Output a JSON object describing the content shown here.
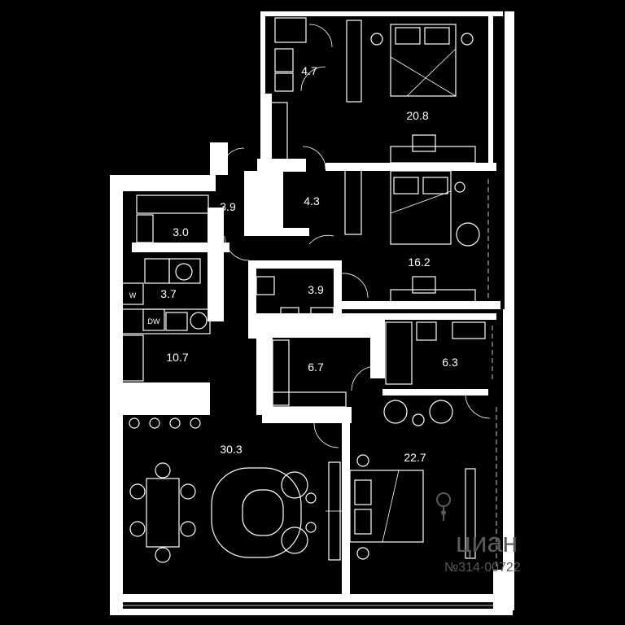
{
  "rooms": {
    "bedroom_top": "20.8",
    "bathroom_top": "4.7",
    "hall_closet": "3.9",
    "corridor": "4.3",
    "storage": "3.0",
    "bedroom_mid": "16.2",
    "laundry": "3.7",
    "wc_mid": "3.9",
    "kitchen": "10.7",
    "dressing": "6.7",
    "bathroom_lower": "6.3",
    "living": "30.3",
    "bedroom_lower": "22.7"
  },
  "appliance_tags": {
    "washer": "W",
    "dishwasher": "DW"
  },
  "watermark": {
    "brand": "циан",
    "listing_id": "№314·00722"
  },
  "colors": {
    "background": "#000000",
    "walls": "#ffffff",
    "watermark": "#5a5a5a"
  }
}
